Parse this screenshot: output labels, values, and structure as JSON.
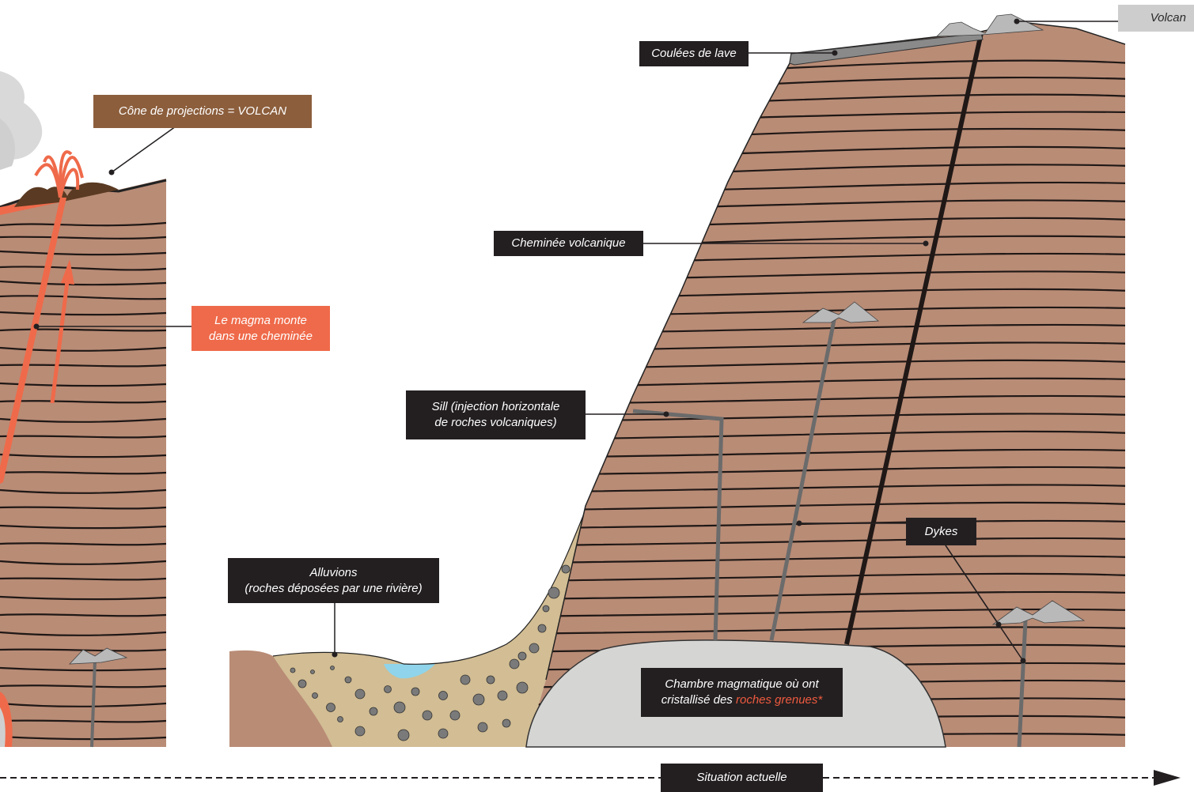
{
  "labels": {
    "cone": "Cône de projections = VOLCAN",
    "magma_line1": "Le magma monte",
    "magma_line2": "dans une cheminée",
    "volcan": "Volcan",
    "coulees": "Coulées de lave",
    "cheminee": "Cheminée volcanique",
    "sill_line1": "Sill (injection horizontale",
    "sill_line2": "de roches volcaniques)",
    "alluvions_line1": "Alluvions",
    "alluvions_line2": "(roches déposées par une rivière)",
    "dykes": "Dykes",
    "chambre_line1": "Chambre magmatique où ont",
    "chambre_line2_prefix": "cristallisé des ",
    "chambre_line2_highlight": "roches grenues*",
    "situation": "Situation actuelle"
  },
  "colors": {
    "strata": "#b98c76",
    "strata_lines": "#1f1816",
    "magma": "#ef6a4a",
    "granite": "#d5d6d4",
    "alluvium": "#d2bd94",
    "water": "#8fd4ea",
    "label_dark": "#231f20",
    "label_brown": "#8c5e3c",
    "highlight": "#ef5a3f"
  }
}
